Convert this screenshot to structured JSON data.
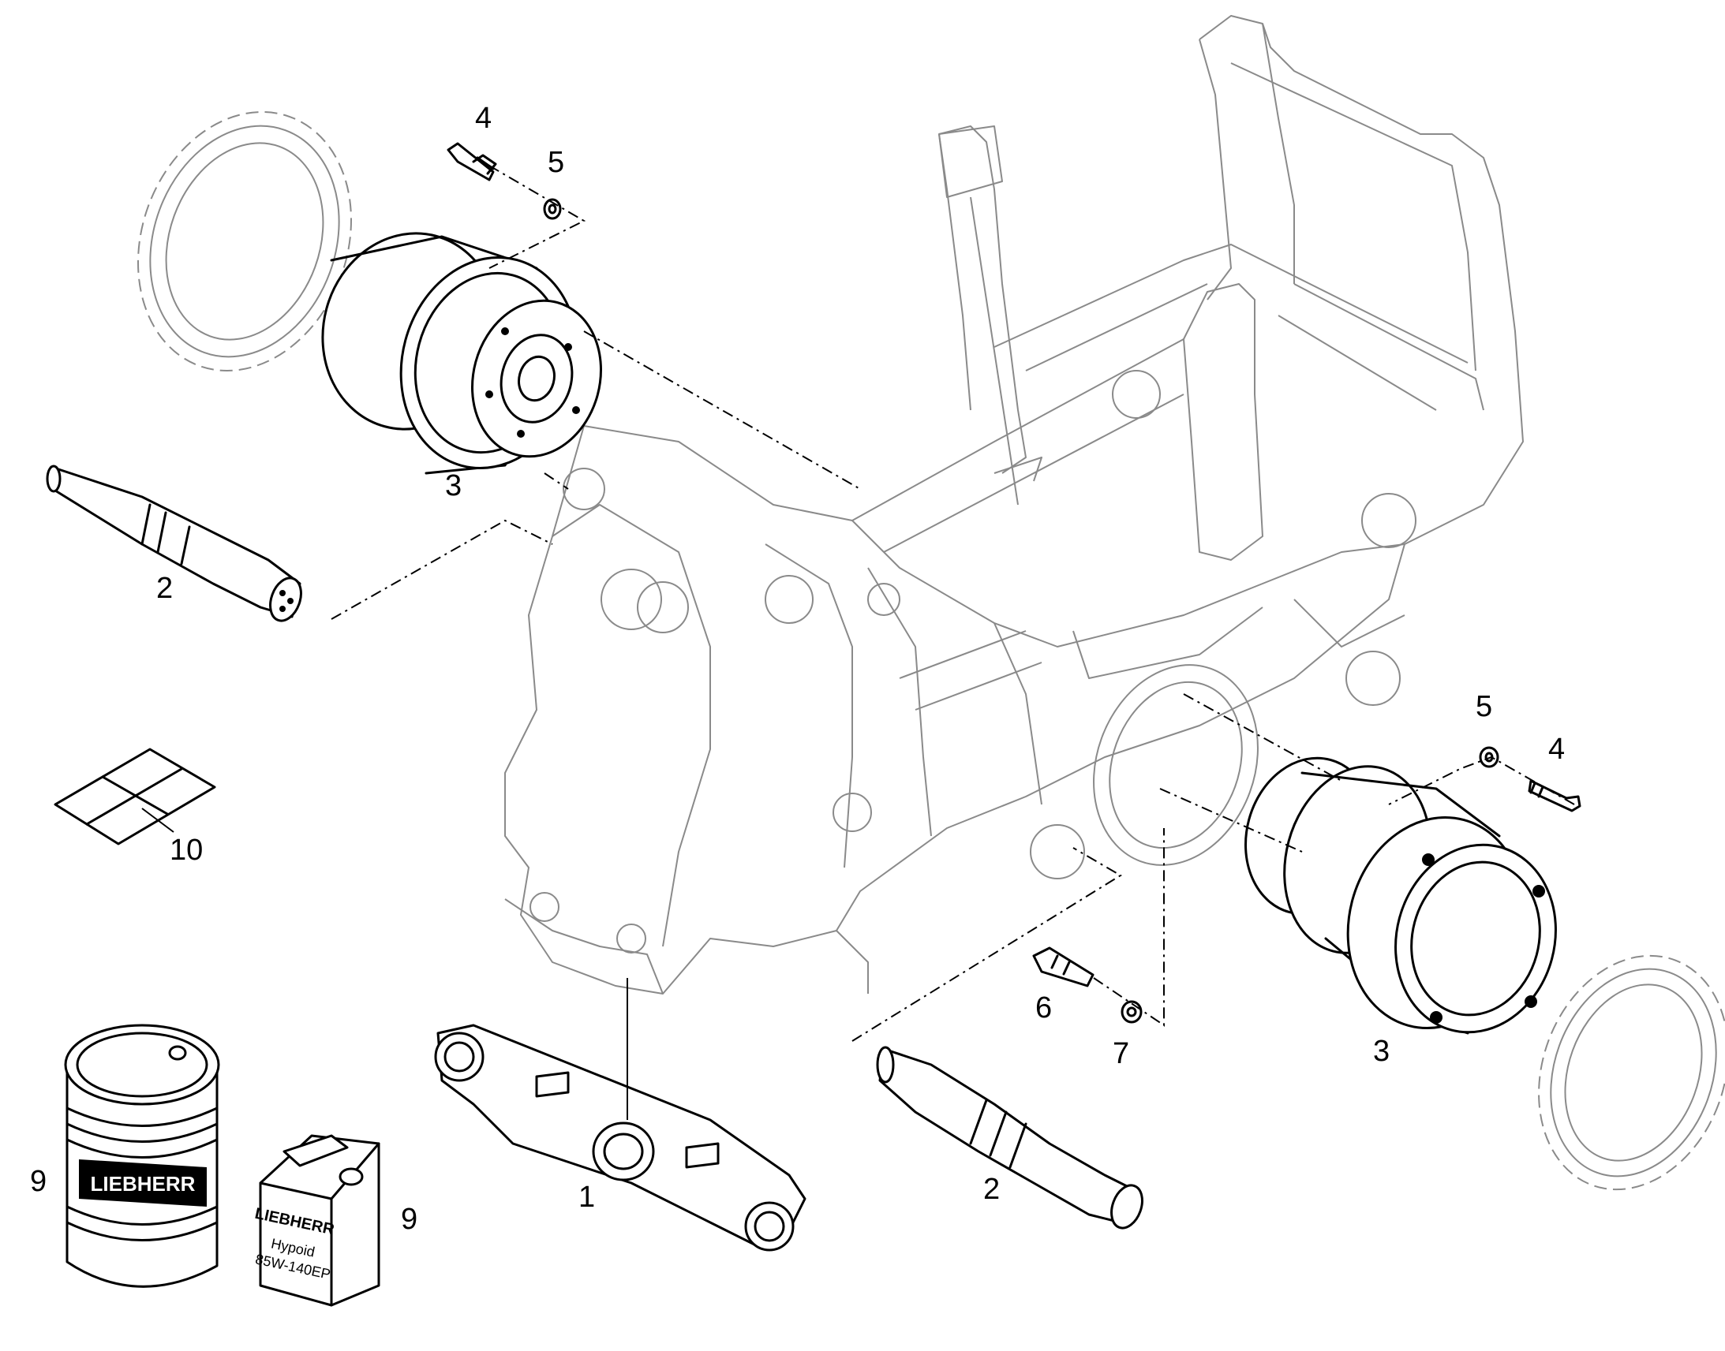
{
  "callouts": {
    "c1": "1",
    "c2_left": "2",
    "c2_right": "2",
    "c3_left": "3",
    "c3_right": "3",
    "c4_left": "4",
    "c4_right": "4",
    "c5_left": "5",
    "c5_right": "5",
    "c6": "6",
    "c7": "7",
    "c9_drum": "9",
    "c9_canister": "9",
    "c10": "10"
  },
  "labels": {
    "drum_brand": "LIEBHERR",
    "canister_brand": "LIEBHERR",
    "canister_product": "Hypoid",
    "canister_grade": "85W-140EP"
  }
}
